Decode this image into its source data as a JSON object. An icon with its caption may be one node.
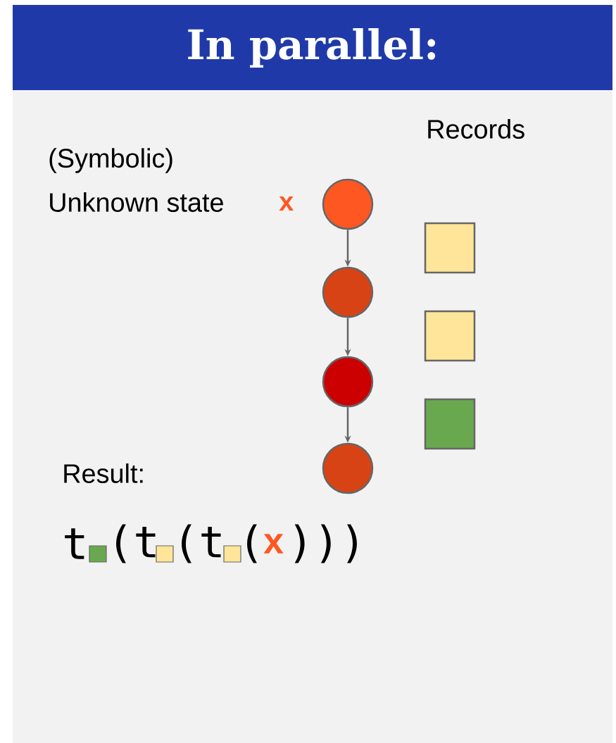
{
  "diagram": {
    "title": "In parallel:",
    "nodes": [
      {
        "text": [],
        "shape": "circle"
      },
      {
        "text": [],
        "shape": "circle"
      },
      {
        "text": [],
        "shape": "circle"
      },
      {
        "text": [],
        "shape": "circle"
      },
      {
        "text": [],
        "shape": "box"
      },
      {
        "text": [],
        "shape": "box"
      },
      {
        "text": [],
        "shape": "box"
      }
    ],
    "edges": [
      {
        "from": 0,
        "to": 1,
        "arrow": "to"
      },
      {
        "from": 1,
        "to": 2,
        "arrow": "to"
      },
      {
        "from": 2,
        "to": 3,
        "arrow": "to"
      }
    ],
    "labels": [
      "Records",
      "(Symbolic)",
      "Unknown state",
      "x",
      "Result:",
      "t",
      "(t",
      "(t",
      "(",
      "x",
      ")))"
    ]
  }
}
